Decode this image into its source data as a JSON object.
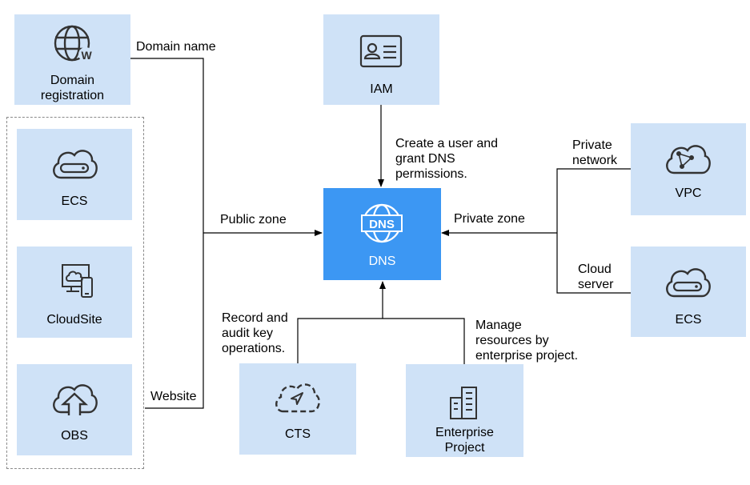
{
  "nodes": {
    "domain_registration": {
      "label": "Domain\nregistration",
      "icon": "globe-w-icon"
    },
    "ecs_left": {
      "label": "ECS",
      "icon": "cloud-server-icon"
    },
    "cloudsite": {
      "label": "CloudSite",
      "icon": "monitor-phone-icon"
    },
    "obs": {
      "label": "OBS",
      "icon": "cloud-upload-icon"
    },
    "iam": {
      "label": "IAM",
      "icon": "id-card-icon"
    },
    "dns": {
      "label": "DNS",
      "icon": "dns-globe-icon"
    },
    "cts": {
      "label": "CTS",
      "icon": "cloud-trace-icon"
    },
    "enterprise_project": {
      "label": "Enterprise\nProject",
      "icon": "buildings-icon"
    },
    "vpc": {
      "label": "VPC",
      "icon": "cloud-network-icon"
    },
    "ecs_right": {
      "label": "ECS",
      "icon": "cloud-server-icon"
    }
  },
  "edge_labels": {
    "domain_name": "Domain name",
    "website": "Website",
    "public_zone": "Public zone",
    "iam_grant": "Create a user and\ngrant DNS\npermissions.",
    "private_zone": "Private zone",
    "private_network": "Private\nnetwork",
    "cloud_server": "Cloud\nserver",
    "record_audit": "Record and\naudit key\noperations.",
    "manage_resources": "Manage\nresources by\nenterprise project."
  },
  "colors": {
    "box_fill": "#cfe2f7",
    "dns_fill": "#3c97f3",
    "icon_stroke": "#333333",
    "line": "#000000",
    "group_border": "#8a8a8a"
  }
}
